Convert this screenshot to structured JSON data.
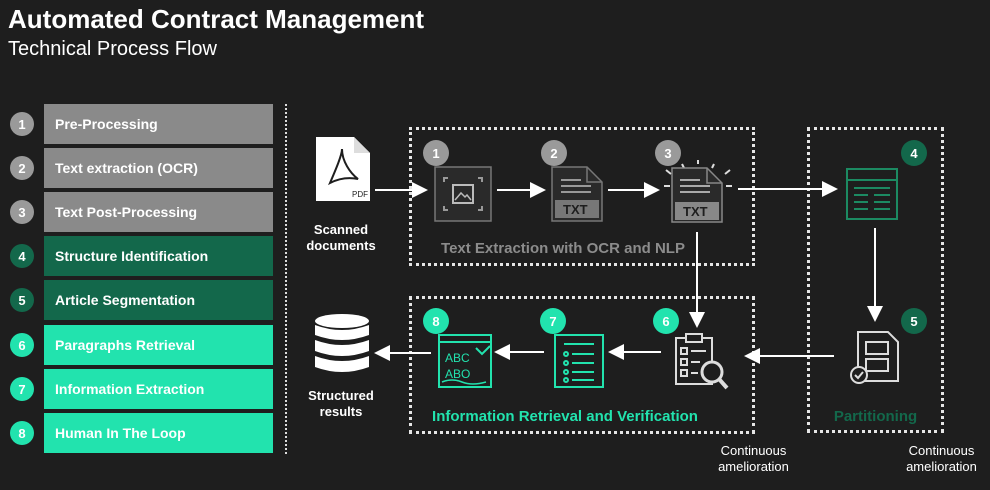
{
  "header": {
    "title": "Automated Contract Management",
    "subtitle": "Technical Process Flow"
  },
  "steps": [
    {
      "num": "1",
      "label": "Pre-Processing",
      "style": "grey"
    },
    {
      "num": "2",
      "label": "Text extraction (OCR)",
      "style": "grey"
    },
    {
      "num": "3",
      "label": "Text Post-Processing",
      "style": "grey"
    },
    {
      "num": "4",
      "label": "Structure Identification",
      "style": "dark"
    },
    {
      "num": "5",
      "label": "Article Segmentation",
      "style": "dark"
    },
    {
      "num": "6",
      "label": "Paragraphs Retrieval",
      "style": "bright"
    },
    {
      "num": "7",
      "label": "Information Extraction",
      "style": "bright"
    },
    {
      "num": "8",
      "label": "Human In The Loop",
      "style": "bright"
    }
  ],
  "flow": {
    "input_label": "Scanned documents",
    "pdf_tag": "PDF",
    "txt_tag": "TXT",
    "output_label": "Structured results",
    "group_ocr": "Text Extraction with OCR and NLP",
    "group_retrieval": "Information Retrieval and Verification",
    "group_partitioning": "Partitioning",
    "continuous_1": "Continuous amelioration",
    "continuous_2": "Continuous amelioration",
    "abc_top": "ABC",
    "abc_bottom": "ABO"
  },
  "colors": {
    "grey": "#8a8a8a",
    "dark_green": "#13684b",
    "bright_green": "#22e3ae",
    "ocr_label": "#8c8c8c",
    "retrieval_label": "#22e3ae",
    "partitioning_label": "#13684b"
  }
}
